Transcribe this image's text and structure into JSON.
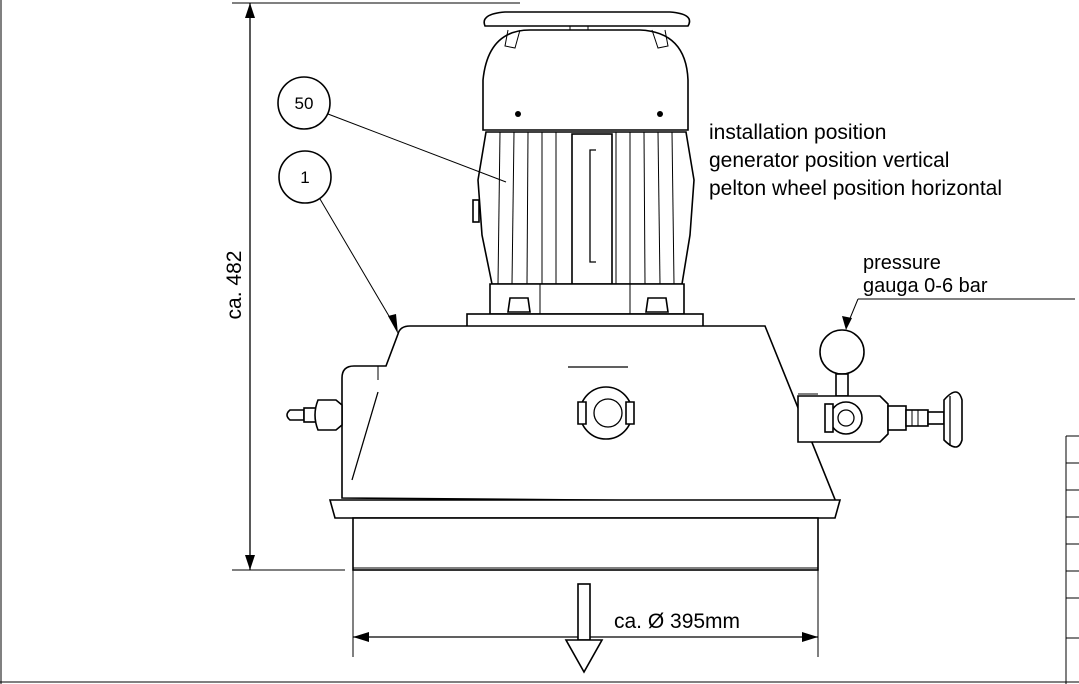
{
  "notes": {
    "line1": "installation position",
    "line2": "generator position vertical",
    "line3": "pelton wheel position horizontal"
  },
  "pressure_gauge": {
    "line1": "pressure",
    "line2": "gauga   0-6 bar"
  },
  "dimensions": {
    "height": "ca. 482",
    "diameter": "ca. Ø 395mm"
  },
  "callouts": {
    "motor": "50",
    "housing": "1"
  }
}
